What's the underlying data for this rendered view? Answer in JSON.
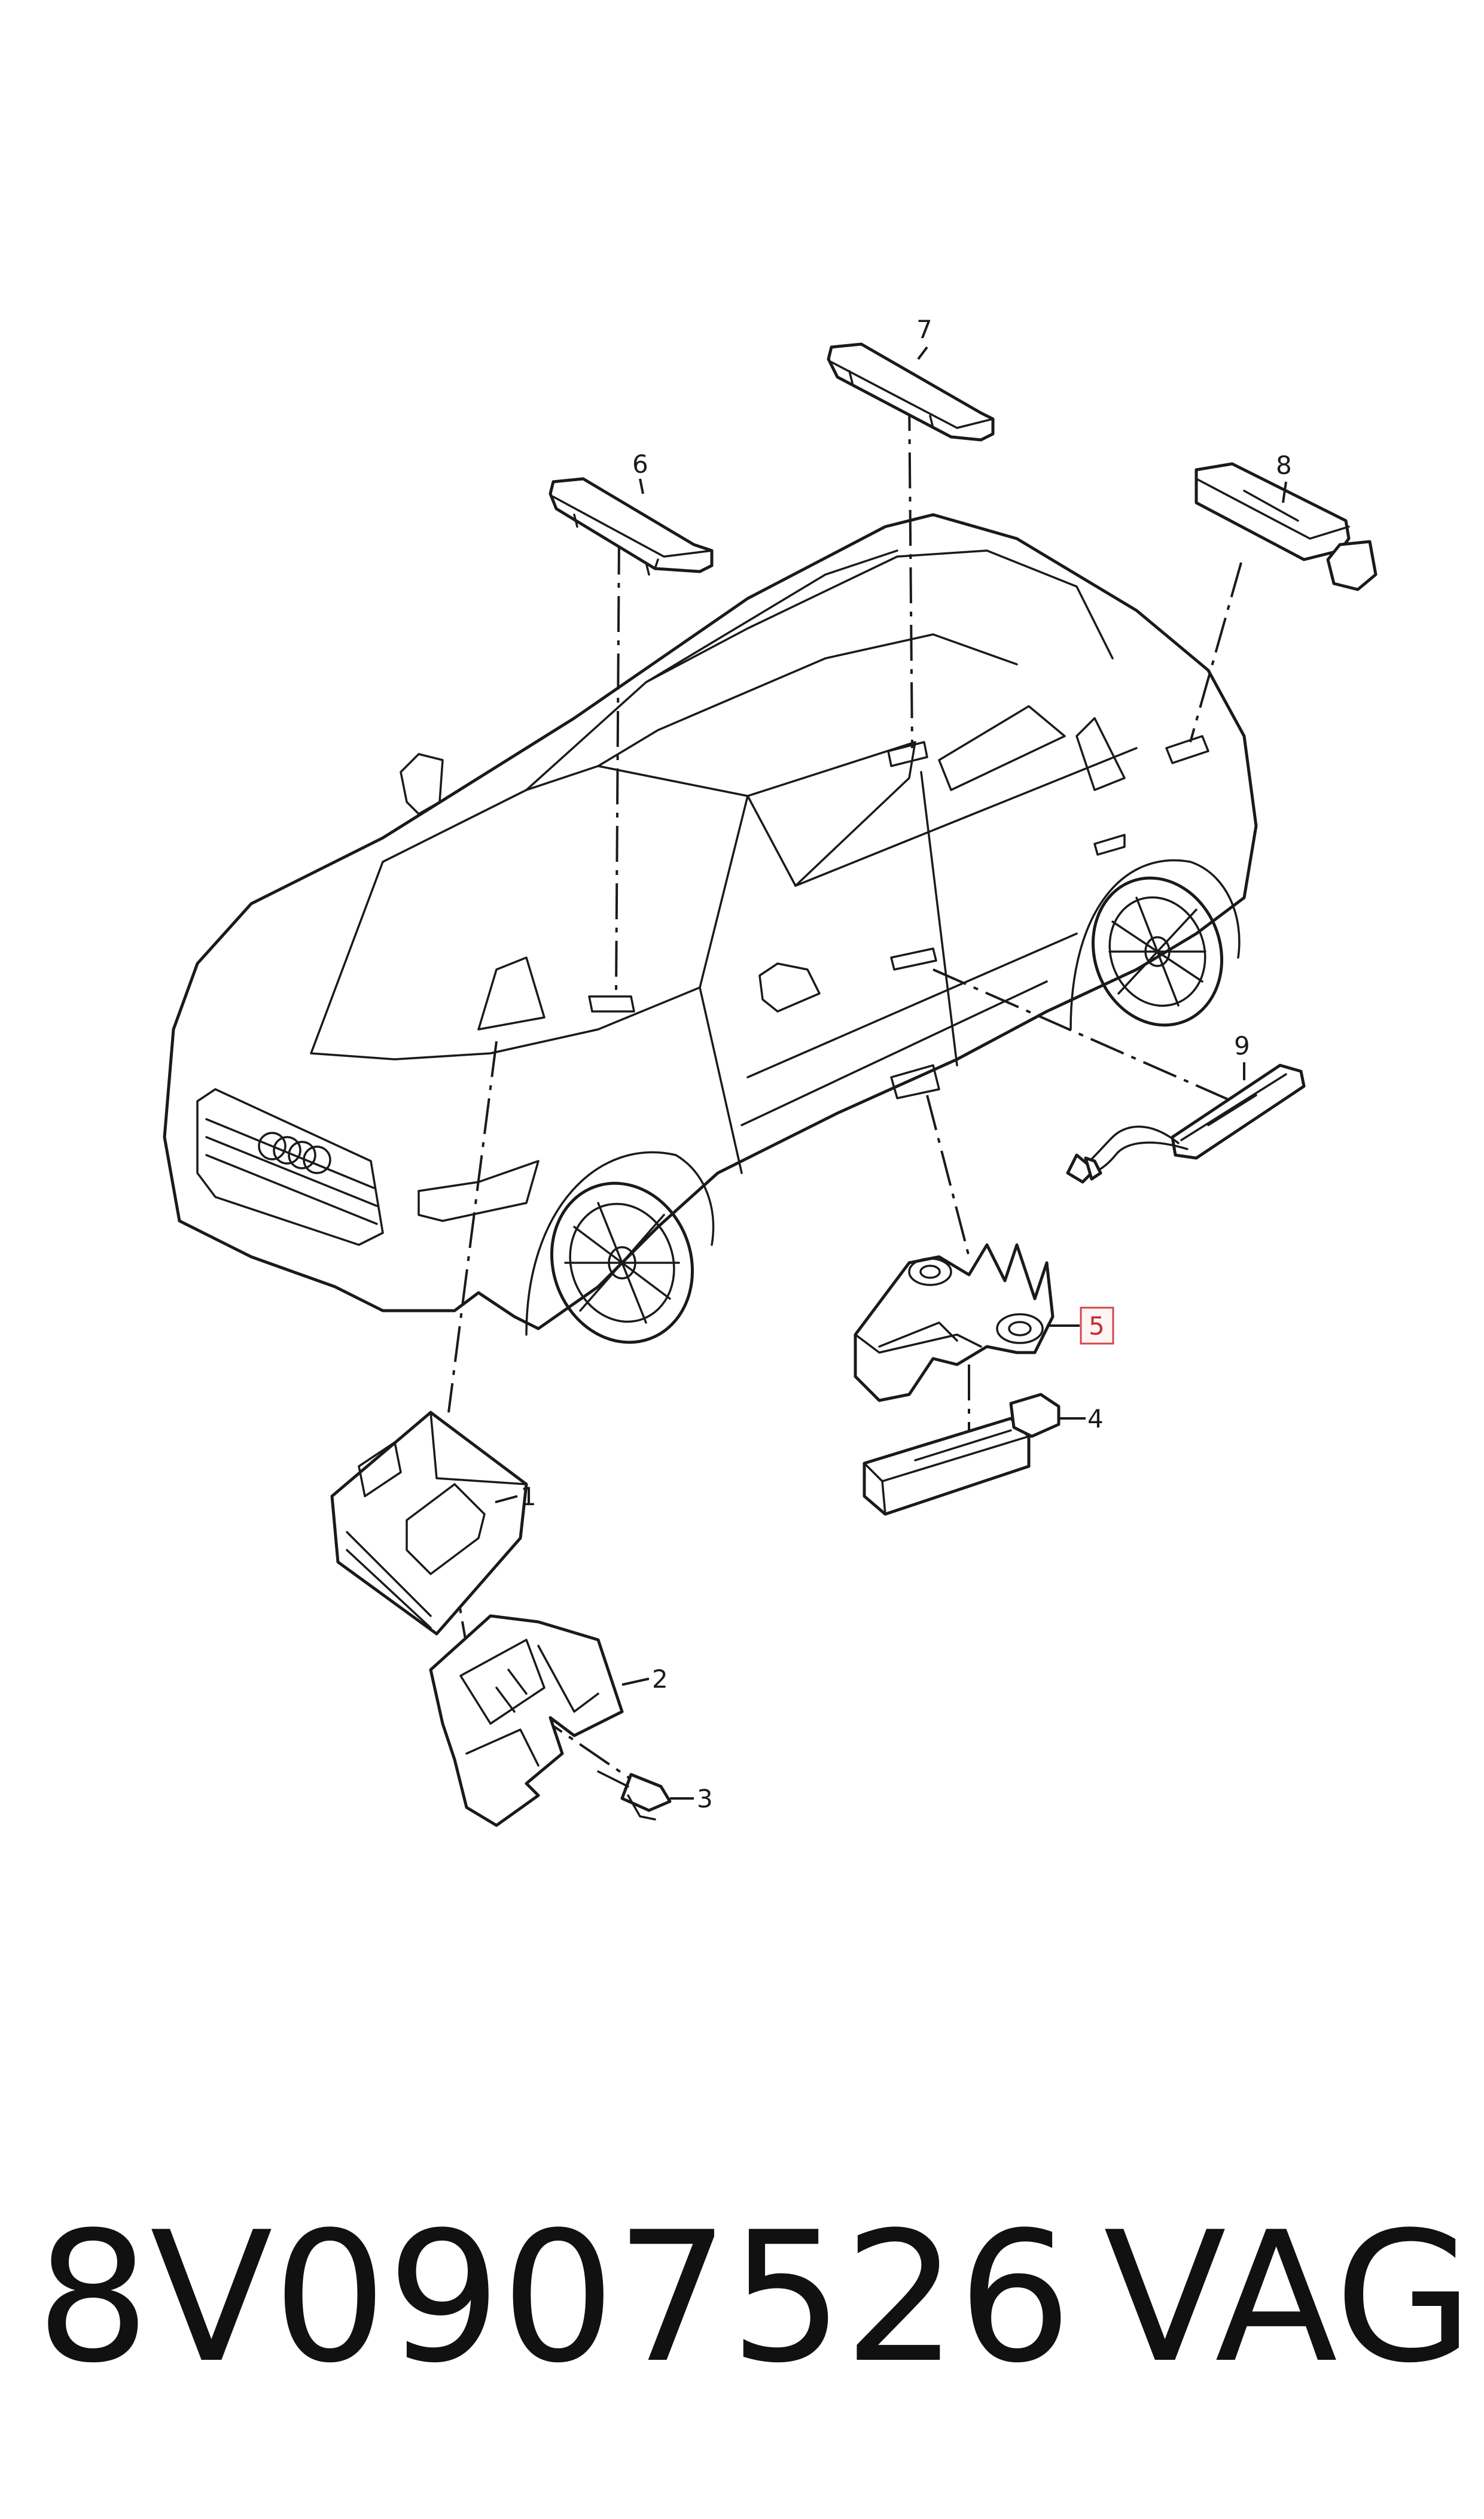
{
  "diagram": {
    "callouts": [
      "1",
      "2",
      "3",
      "4",
      "5",
      "6",
      "7",
      "8",
      "9"
    ],
    "highlighted_callout": "5",
    "colors": {
      "line": "#1a1a1a",
      "highlight": "#d04848",
      "background": "#ffffff"
    }
  },
  "caption": {
    "part_number": "8V0907526",
    "brand": "VAG"
  }
}
